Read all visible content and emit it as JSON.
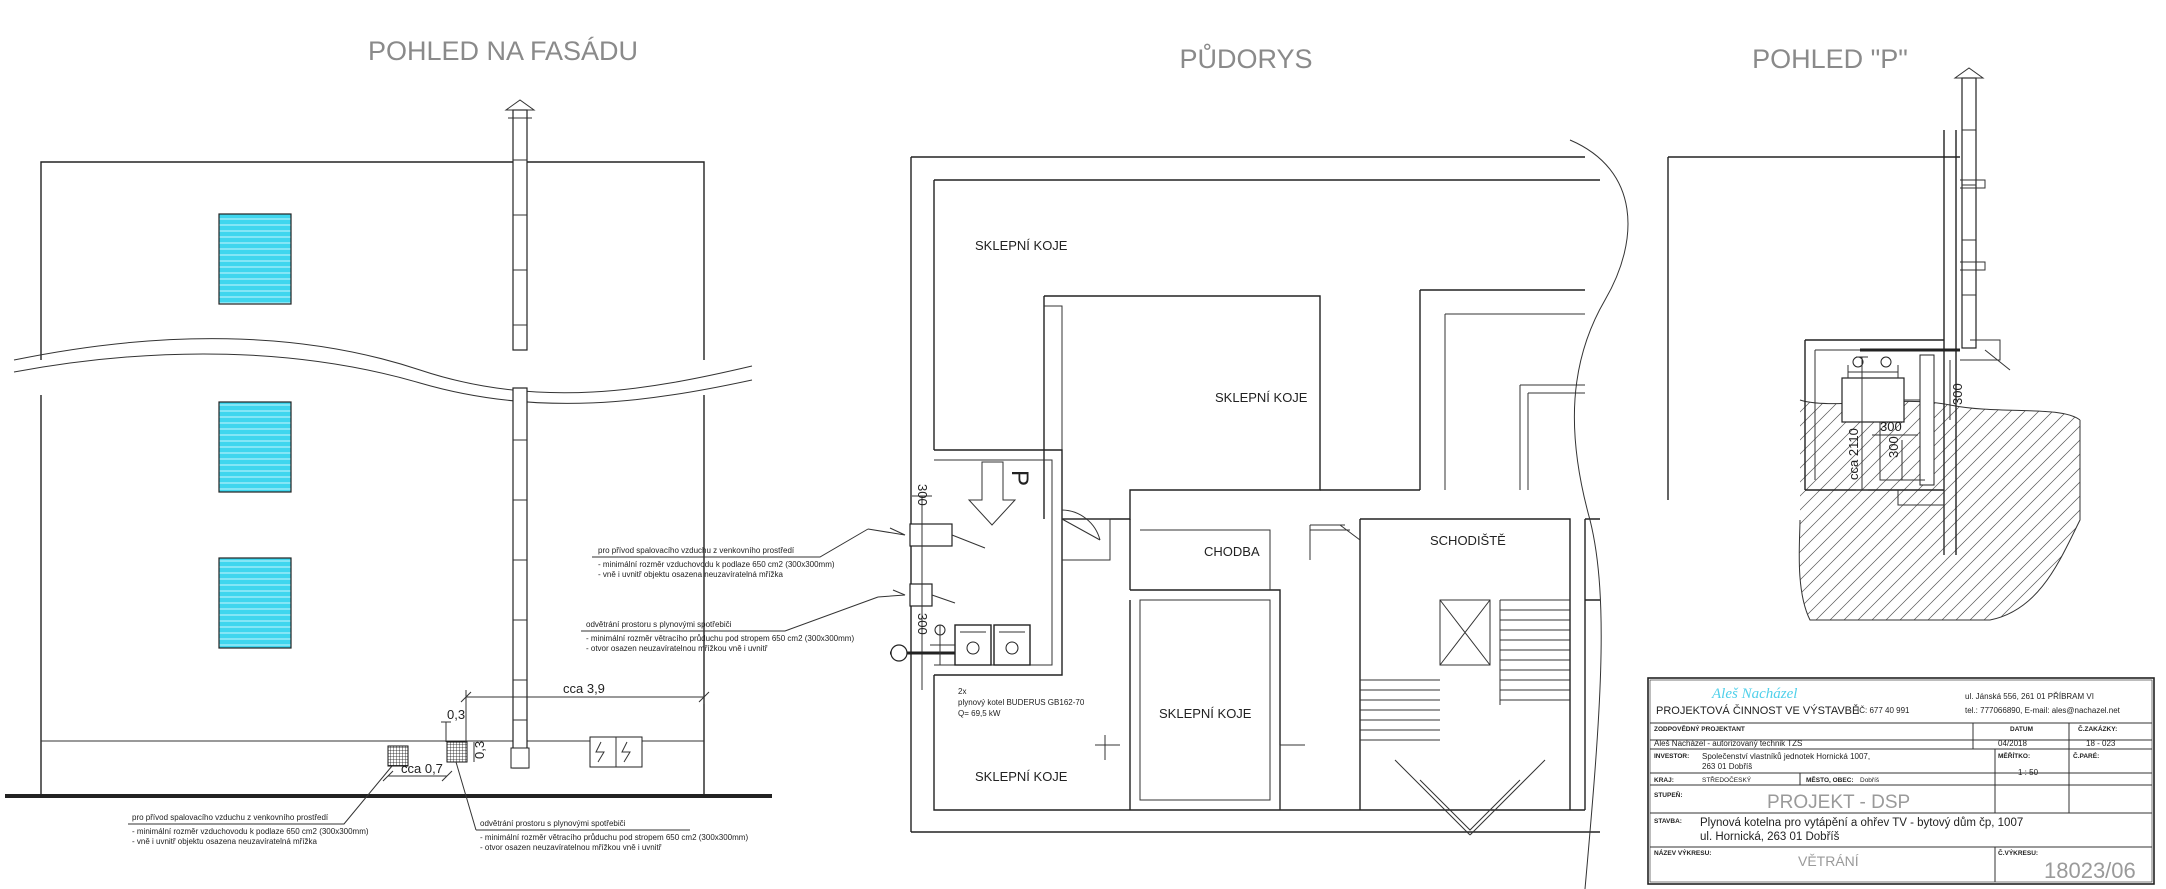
{
  "titles": {
    "facade": "POHLED NA FASÁDU",
    "plan": "PŮDORYS",
    "view_p": "POHLED \"P\""
  },
  "facade": {
    "note_intake_top": {
      "title": "pro přívod spalovacího vzduchu z venkovního prostředí",
      "line1": "- minimální rozměr vzduchovodu k podlaze 650 cm2 (300x300mm)",
      "line2": "- vně i uvnitř objektu osazena neuzavíratelná mřížka"
    },
    "note_vent_top": {
      "title": "odvětrání prostoru s plynovými spotřebiči",
      "line1": "- minimální rozměr větracího průduchu pod stropem 650 cm2 (300x300mm)",
      "line2": "- otvor osazen neuzavíratelnou mřížkou vně i uvnitř"
    },
    "note_intake_bottom": {
      "title": "pro přívod spalovacího vzduchu z venkovního prostředí",
      "line1": "- minimální rozměr vzduchovodu k podlaze 650 cm2 (300x300mm)",
      "line2": "- vně i uvnitř objektu osazena neuzavíratelná mřížka"
    },
    "note_vent_bottom": {
      "title": "odvětrání prostoru s plynovými spotřebiči",
      "line1": "- minimální rozměr větracího průduchu pod stropem 650 cm2 (300x300mm)",
      "line2": "- otvor osazen neuzavíratelnou mřížkou vně i uvnitř"
    },
    "dims": {
      "cca39": "cca 3,9",
      "d03": "0,3",
      "d03b": "0,3",
      "cca07": "cca 0,7"
    }
  },
  "plan": {
    "rooms": {
      "r1": "SKLEPNÍ KOJE",
      "r2": "SKLEPNÍ KOJE",
      "r3": "CHODBA",
      "r4": "SCHODIŠTĚ",
      "r5": "SKLEPNÍ KOJE",
      "r6": "SKLEPNÍ KOJE"
    },
    "arrow_label": "P",
    "dim_300a": "300",
    "dim_300b": "300",
    "boiler_line1": "2x",
    "boiler_line2": "plynový kotel BUDERUS GB162-70",
    "boiler_line3": "Q= 69,5 kW"
  },
  "view_p": {
    "dim_cca2110": "cca 2110",
    "dim_300a": "300",
    "dim_300b": "300",
    "dim_300c": "300"
  },
  "title_block": {
    "logo": "Aleš Nacházel",
    "company": "PROJEKTOVÁ ČINNOST VE VÝSTAVBĚ",
    "ic": "IČ: 677 40 991",
    "address": "ul. Jánská 556, 261 01 PŘÍBRAM VI",
    "contact": "tel.: 777066890, E-mail: ales@nachazel.net",
    "h_responsible": "ZODPOVĚDNÝ PROJEKTANT",
    "responsible": "Aleš Nacházel  -  autorizovaný technik TZS",
    "h_date": "DATUM",
    "date": "04/2018",
    "h_order": "Č.ZAKÁZKY:",
    "order": "18 - 023",
    "h_investor": "INVESTOR:",
    "investor1": "Společenství vlastníků jednotek Hornická 1007,",
    "investor2": "263 01  Dobříš",
    "h_scale": "MĚŘÍTKO:",
    "scale": "1 : 50",
    "h_sheet": "Č.PARÉ:",
    "h_region": "KRAJ:",
    "region": "STŘEDOČESKÝ",
    "h_town": "MĚSTO, OBEC:",
    "town": "Dobříš",
    "h_stage": "STUPEŇ:",
    "stage": "PROJEKT  - DSP",
    "h_building": "STAVBA:",
    "building1": "Plynová kotelna pro vytápění a ohřev TV - bytový dům čp, 1007",
    "building2": "ul. Hornická, 263 01 Dobříš",
    "h_drawing": "NÁZEV VÝKRESU:",
    "drawing": "VĚTRÁNÍ",
    "h_drawing_no": "Č.VÝKRESU:",
    "drawing_no": "18023/06"
  },
  "colors": {
    "window": "#3fd6ee",
    "text_grey": "#8a8a8a",
    "logo": "#4fd0ea",
    "line": "#222222"
  }
}
